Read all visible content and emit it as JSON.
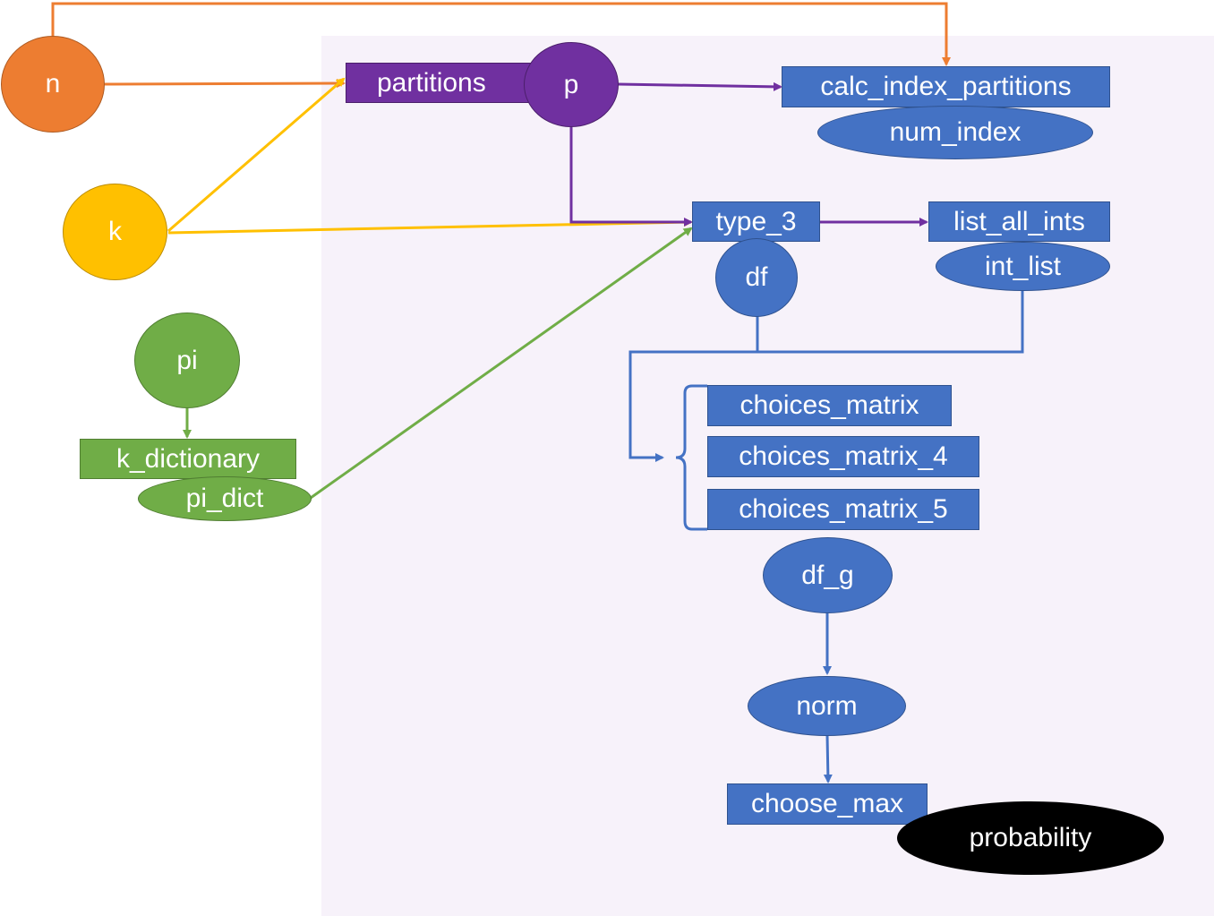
{
  "colors": {
    "orange": "#ed7d31",
    "yellow": "#ffc000",
    "green": "#70ad47",
    "purple": "#7030a0",
    "blue": "#4472c4",
    "black": "#000000",
    "panel": "#f7f2fa"
  },
  "nodes": {
    "n": "n",
    "k": "k",
    "pi": "pi",
    "k_dictionary": "k_dictionary",
    "pi_dict": "pi_dict",
    "partitions": "partitions",
    "p": "p",
    "calc_index_partitions": "calc_index_partitions",
    "num_index": "num_index",
    "type_3": "type_3",
    "df": "df",
    "list_all_ints": "list_all_ints",
    "int_list": "int_list",
    "choices_matrix": "choices_matrix",
    "choices_matrix_4": "choices_matrix_4",
    "choices_matrix_5": "choices_matrix_5",
    "df_g": "df_g",
    "norm": "norm",
    "choose_max": "choose_max",
    "probability": "probability"
  }
}
